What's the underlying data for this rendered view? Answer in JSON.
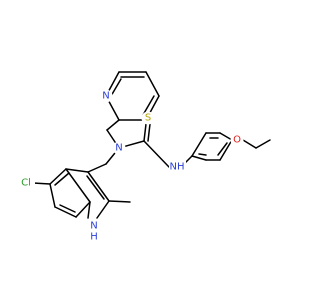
{
  "molecule": {
    "colors": {
      "bond": "#000000",
      "background": "#ffffff",
      "N": "#2a3fd6",
      "O": "#e0201b",
      "S": "#b5a300",
      "Cl": "#2a9d2a",
      "H": "#2a3fd6"
    },
    "atoms": [
      {
        "id": "n_py",
        "label": "N",
        "element": "N"
      },
      {
        "id": "n_amine",
        "label": "N",
        "element": "N"
      },
      {
        "id": "s_thio",
        "label": "S",
        "element": "S"
      },
      {
        "id": "nh_thio",
        "label": "NH",
        "element": "N"
      },
      {
        "id": "o_ether",
        "label": "O",
        "element": "O"
      },
      {
        "id": "cl",
        "label": "Cl",
        "element": "Cl"
      },
      {
        "id": "n_indole",
        "label": "N",
        "element": "N"
      },
      {
        "id": "h_indole",
        "label": "H",
        "element": "H"
      }
    ]
  }
}
